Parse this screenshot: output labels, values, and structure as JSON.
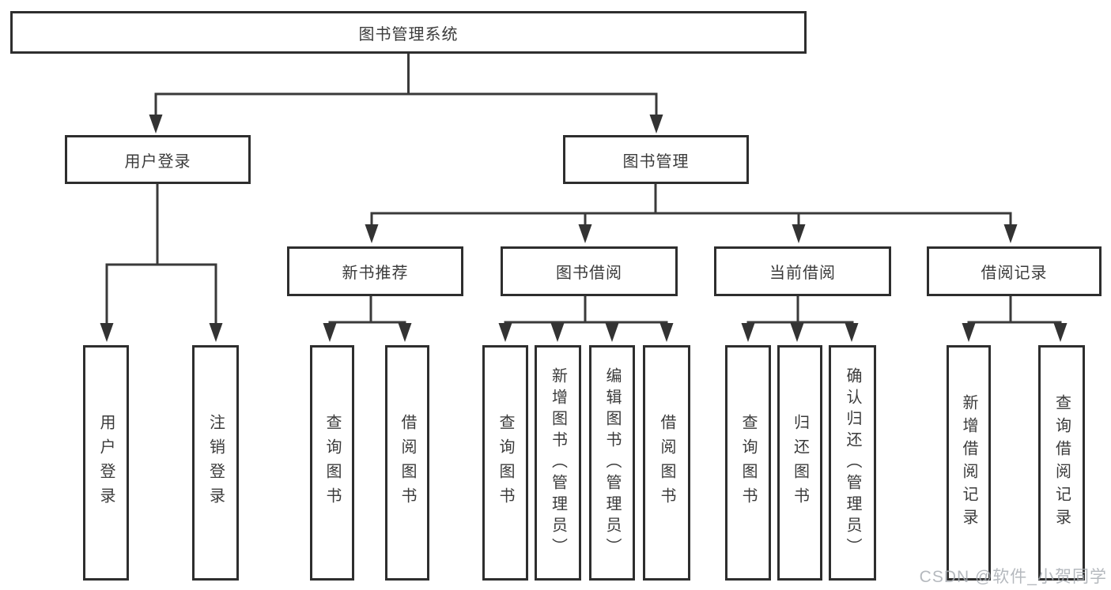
{
  "diagram_title": "图书管理系统",
  "tree": {
    "root": {
      "label": "图书管理系统"
    },
    "branches": [
      {
        "label": "用户登录",
        "children": [
          {
            "label": "用户登录"
          },
          {
            "label": "注销登录"
          }
        ]
      },
      {
        "label": "图书管理",
        "children": [
          {
            "label": "新书推荐",
            "children": [
              {
                "label": "查询图书"
              },
              {
                "label": "借阅图书"
              }
            ]
          },
          {
            "label": "图书借阅",
            "children": [
              {
                "label": "查询图书"
              },
              {
                "label": "新增图书（管理员）"
              },
              {
                "label": "编辑图书（管理员）"
              },
              {
                "label": "借阅图书"
              }
            ]
          },
          {
            "label": "当前借阅",
            "children": [
              {
                "label": "查询图书"
              },
              {
                "label": "归还图书"
              },
              {
                "label": "确认归还（管理员）"
              }
            ]
          },
          {
            "label": "借阅记录",
            "children": [
              {
                "label": "新增借阅记录"
              },
              {
                "label": "查询借阅记录"
              }
            ]
          }
        ]
      }
    ]
  },
  "watermark": "CSDN @软件_小贺同学",
  "colors": {
    "line": "#3a3a3a",
    "box_border": "#2e2e2e",
    "text": "#3b3b3b",
    "background": "#ffffff",
    "watermark": "#a8adb3"
  }
}
